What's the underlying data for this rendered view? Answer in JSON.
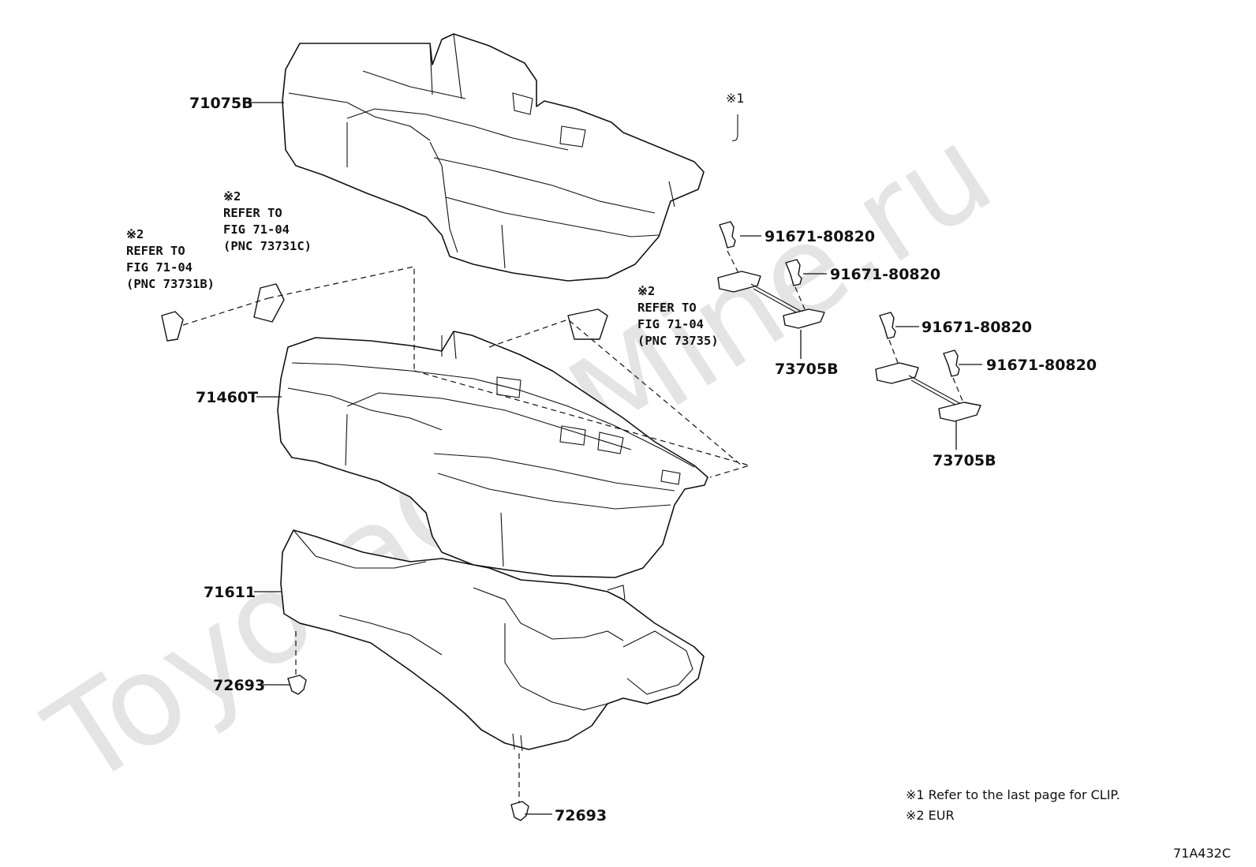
{
  "watermark": "ToyotaCarMine.ru",
  "parts": {
    "seatback_cover": "71075B",
    "seat_cushion_pad": "71460T",
    "cushion_frame": "71611",
    "clip_left": "72693",
    "clip_bottom": "72693",
    "hook_upper": "73705B",
    "hook_lower": "73705B",
    "bolt_1": "91671-80820",
    "bolt_2": "91671-80820",
    "bolt_3": "91671-80820",
    "bolt_4": "91671-80820"
  },
  "callouts": {
    "clip_note_mark": "※1",
    "ref_b": {
      "mark": "※2",
      "line1": "REFER TO",
      "line2": "FIG 71-04",
      "line3": "(PNC 73731B)"
    },
    "ref_c": {
      "mark": "※2",
      "line1": "REFER TO",
      "line2": "FIG 71-04",
      "line3": "(PNC 73731C)"
    },
    "ref_735": {
      "mark": "※2",
      "line1": "REFER TO",
      "line2": "FIG 71-04",
      "line3": "(PNC 73735)"
    }
  },
  "notes": {
    "note1": "※1 Refer to the last page for CLIP.",
    "note2": "※2 EUR"
  },
  "figure_code": "71A432C"
}
